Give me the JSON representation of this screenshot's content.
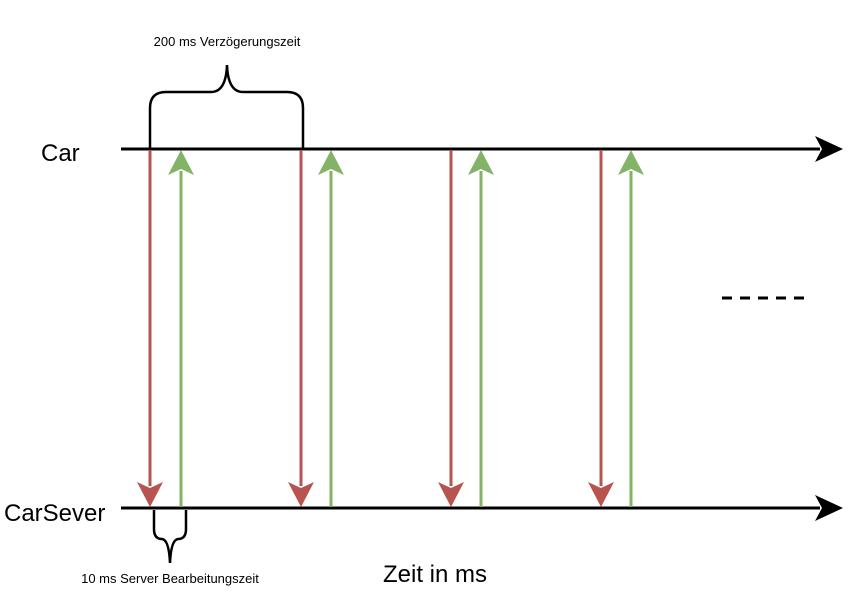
{
  "labels": {
    "car": "Car",
    "server": "CarSever",
    "delay": "200 ms Verzögerungszeit",
    "processing": "10 ms Server Bearbeitungszeit",
    "time_axis": "Zeit in ms",
    "continuation": "- - - - -"
  },
  "colors": {
    "axis": "#000000",
    "request": "#b85450",
    "response": "#82b366"
  },
  "exchanges": [
    {
      "request": "request-arrow-1",
      "response": "response-arrow-1"
    },
    {
      "request": "request-arrow-2",
      "response": "response-arrow-2"
    },
    {
      "request": "request-arrow-3",
      "response": "response-arrow-3"
    },
    {
      "request": "request-arrow-4",
      "response": "response-arrow-4"
    }
  ]
}
